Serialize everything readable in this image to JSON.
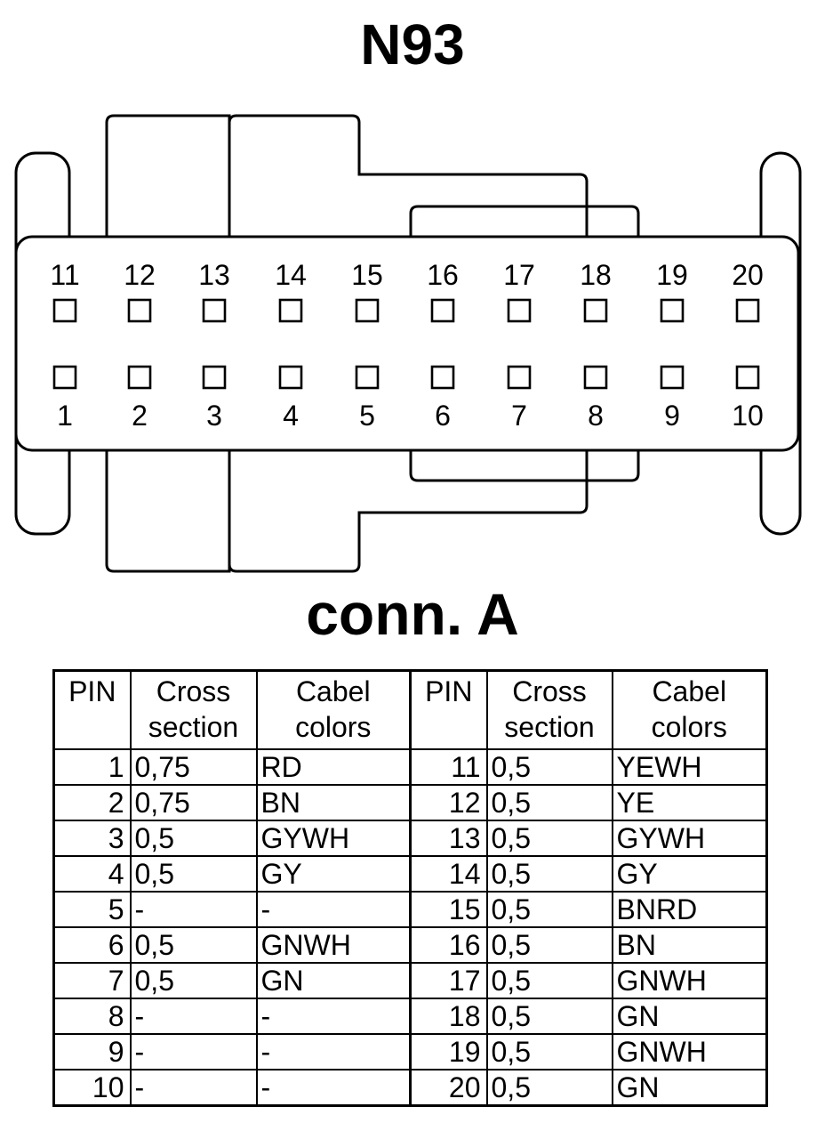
{
  "title": "N93",
  "subtitle": "conn. A",
  "connector": {
    "top_row": [
      "11",
      "12",
      "13",
      "14",
      "15",
      "16",
      "17",
      "18",
      "19",
      "20"
    ],
    "bottom_row": [
      "1",
      "2",
      "3",
      "4",
      "5",
      "6",
      "7",
      "8",
      "9",
      "10"
    ]
  },
  "table": {
    "headers": {
      "pin": "PIN",
      "cross_1": "Cross",
      "cross_2": "section",
      "cabel_1": "Cabel",
      "cabel_2": "colors"
    },
    "rows": [
      {
        "pin_l": "1",
        "cs_l": "0,75",
        "col_l": "RD",
        "pin_r": "11",
        "cs_r": "0,5",
        "col_r": "YEWH"
      },
      {
        "pin_l": "2",
        "cs_l": "0,75",
        "col_l": "BN",
        "pin_r": "12",
        "cs_r": "0,5",
        "col_r": "YE"
      },
      {
        "pin_l": "3",
        "cs_l": "0,5",
        "col_l": "GYWH",
        "pin_r": "13",
        "cs_r": "0,5",
        "col_r": "GYWH"
      },
      {
        "pin_l": "4",
        "cs_l": "0,5",
        "col_l": "GY",
        "pin_r": "14",
        "cs_r": "0,5",
        "col_r": "GY"
      },
      {
        "pin_l": "5",
        "cs_l": "-",
        "col_l": "-",
        "pin_r": "15",
        "cs_r": "0,5",
        "col_r": "BNRD"
      },
      {
        "pin_l": "6",
        "cs_l": "0,5",
        "col_l": "GNWH",
        "pin_r": "16",
        "cs_r": "0,5",
        "col_r": "BN"
      },
      {
        "pin_l": "7",
        "cs_l": "0,5",
        "col_l": "GN",
        "pin_r": "17",
        "cs_r": "0,5",
        "col_r": "GNWH"
      },
      {
        "pin_l": "8",
        "cs_l": "-",
        "col_l": "-",
        "pin_r": "18",
        "cs_r": "0,5",
        "col_r": "GN"
      },
      {
        "pin_l": "9",
        "cs_l": "-",
        "col_l": "-",
        "pin_r": "19",
        "cs_r": "0,5",
        "col_r": "GNWH"
      },
      {
        "pin_l": "10",
        "cs_l": "-",
        "col_l": "-",
        "pin_r": "20",
        "cs_r": "0,5",
        "col_r": "GN"
      }
    ]
  }
}
